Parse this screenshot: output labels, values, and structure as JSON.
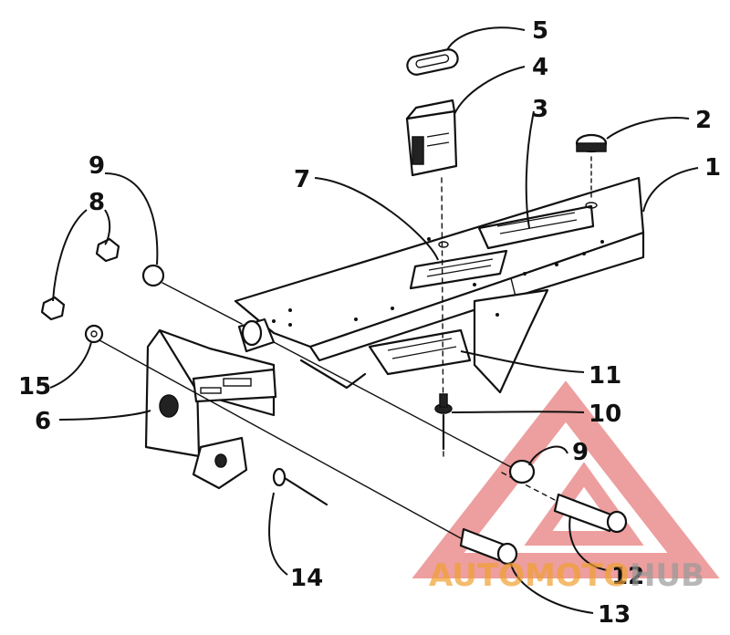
{
  "callouts": {
    "c1": "1",
    "c2": "2",
    "c3": "3",
    "c4": "4",
    "c5": "5",
    "c6": "6",
    "c7": "7",
    "c8": "8",
    "c9a": "9",
    "c9b": "9",
    "c10": "10",
    "c11": "11",
    "c12": "12",
    "c13": "13",
    "c14": "14",
    "c15": "15"
  },
  "watermark": {
    "text_part1": "AUTOMOTO",
    "text_part2": "HUB",
    "color_red": "#e05050",
    "color_orange": "#f0a030",
    "color_gray": "#999999"
  }
}
